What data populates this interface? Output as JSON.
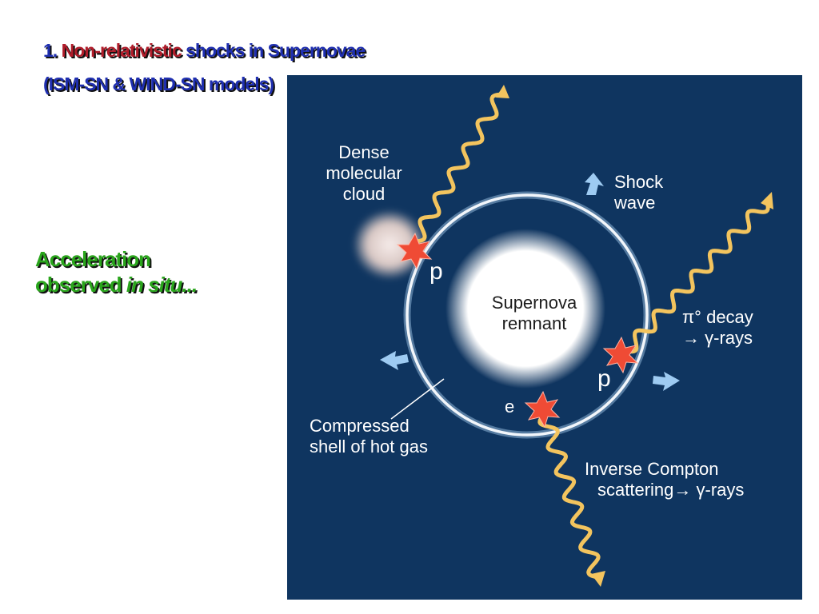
{
  "slide": {
    "title_number": "1.",
    "title_highlight": "Non-relativistic",
    "title_rest": "shocks in Supernovae",
    "subtitle": "(ISM-SN  & WIND-SN models)",
    "side_note_line1": "Acceleration",
    "side_note_line2": "observed",
    "side_note_emphasis": "in situ..."
  },
  "colors": {
    "title": "#1f2fb0",
    "title_highlight": "#b01c2a",
    "side_note": "#2aa51c",
    "figure_background": "#0f3560",
    "photon_wave": "#f3c45e",
    "particle_star": "#ef4b35",
    "arrow": "#9ecbf2"
  },
  "figure": {
    "cloud_label": [
      "Dense",
      "molecular",
      "cloud"
    ],
    "shock_label": [
      "Shock",
      "wave"
    ],
    "remnant_label": [
      "Supernova",
      "remnant"
    ],
    "shell_label": [
      "Compressed",
      "shell of hot gas"
    ],
    "pion_label_1": "π° decay",
    "pion_label_2": "→ γ-rays",
    "ic_label_1": "Inverse Compton",
    "ic_label_2": "scattering→ γ-rays",
    "proton": "p",
    "electron": "e"
  }
}
